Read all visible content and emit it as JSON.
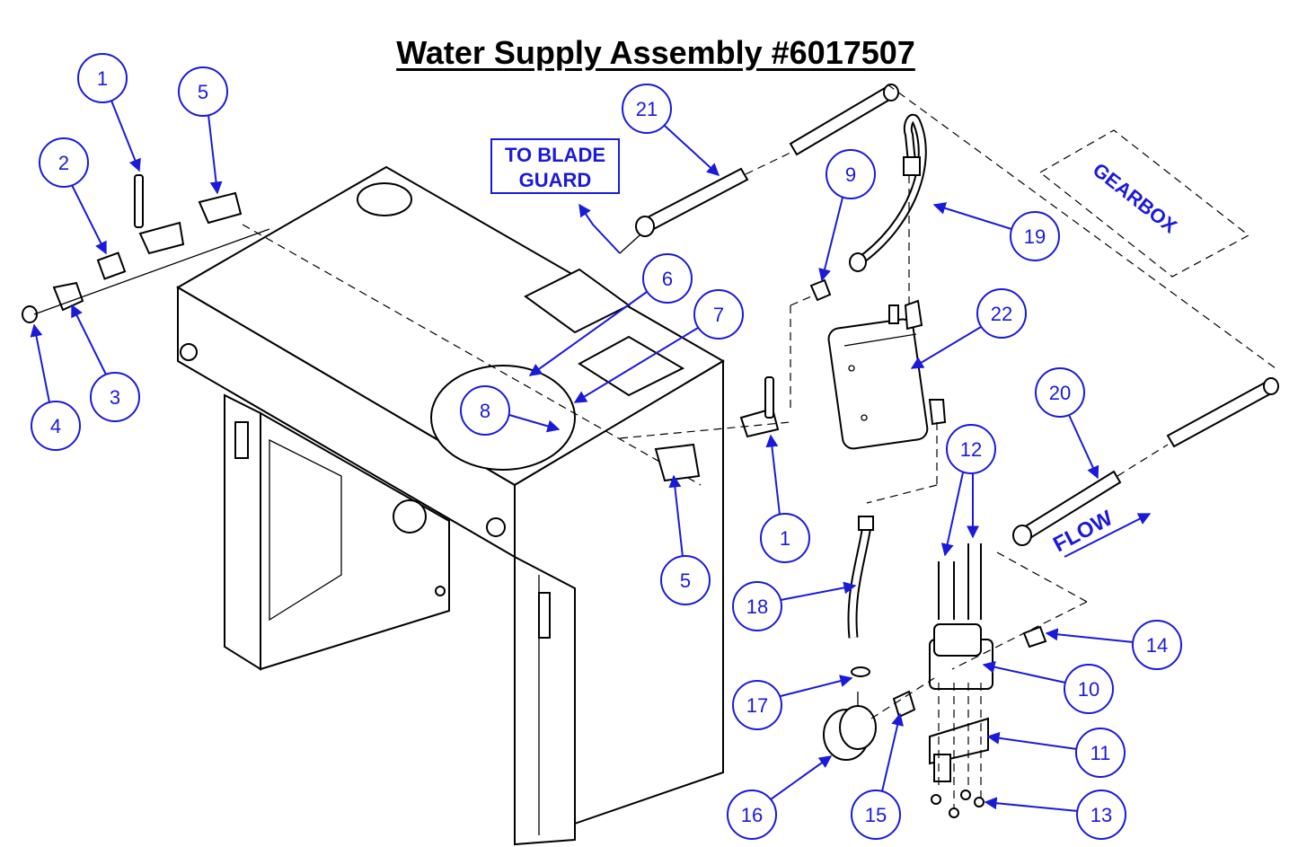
{
  "title": "Water Supply Assembly #6017507",
  "labels": {
    "to_blade_guard_line1": "TO BLADE",
    "to_blade_guard_line2": "GUARD",
    "gearbox": "GEARBOX",
    "flow": "FLOW"
  },
  "callouts": {
    "c1a": "1",
    "c1b": "1",
    "c2": "2",
    "c3": "3",
    "c4": "4",
    "c5a": "5",
    "c5b": "5",
    "c6": "6",
    "c7": "7",
    "c8": "8",
    "c9": "9",
    "c10": "10",
    "c11": "11",
    "c12": "12",
    "c13": "13",
    "c14": "14",
    "c15": "15",
    "c16": "16",
    "c17": "17",
    "c18": "18",
    "c19": "19",
    "c20": "20",
    "c21": "21",
    "c22": "22"
  },
  "colors": {
    "callout": "#1a1adb",
    "line": "#000000"
  }
}
